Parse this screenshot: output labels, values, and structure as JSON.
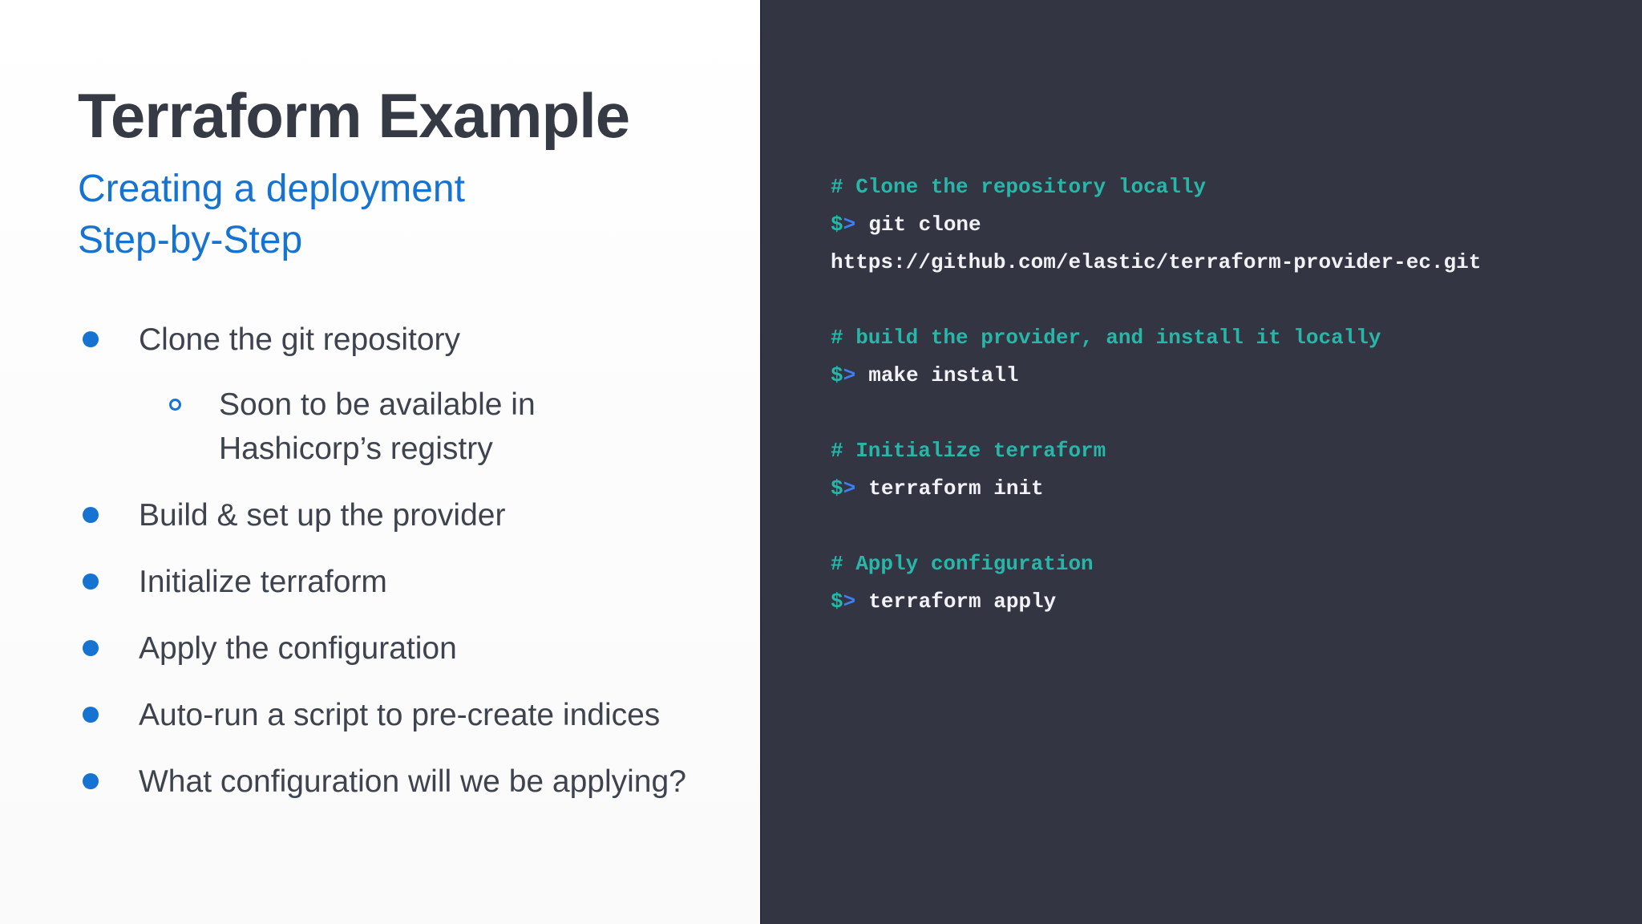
{
  "slide": {
    "title": "Terraform Example",
    "subtitle": "Creating a deployment Step-by-Step",
    "bullets": [
      {
        "label": "Clone the git repository",
        "sub": [
          "Soon to be available in Hashicorp’s registry"
        ]
      },
      {
        "label": "Build & set up the provider"
      },
      {
        "label": "Initialize terraform"
      },
      {
        "label": "Apply the configuration"
      },
      {
        "label": "Auto-run a script to pre-create indices"
      },
      {
        "label": "What configuration will we be applying?"
      }
    ]
  },
  "terminal": {
    "prompt": {
      "dollar": "$",
      "gt": ">"
    },
    "blocks": [
      {
        "comment": "# Clone the repository locally",
        "command": "git clone",
        "continuation": "https://github.com/elastic/terraform-provider-ec.git"
      },
      {
        "comment": "# build the provider, and install it locally",
        "command": "make install"
      },
      {
        "comment": "# Initialize terraform",
        "command": "terraform init"
      },
      {
        "comment": "# Apply configuration",
        "command": "terraform apply"
      }
    ]
  },
  "colors": {
    "accent_blue": "#1673d2",
    "title_dark": "#363a45",
    "body_text": "#3e434d",
    "panel_dark": "#343543",
    "code_teal": "#26b7a9",
    "code_blue": "#3d7ff0",
    "code_white": "#f0f2f5"
  }
}
